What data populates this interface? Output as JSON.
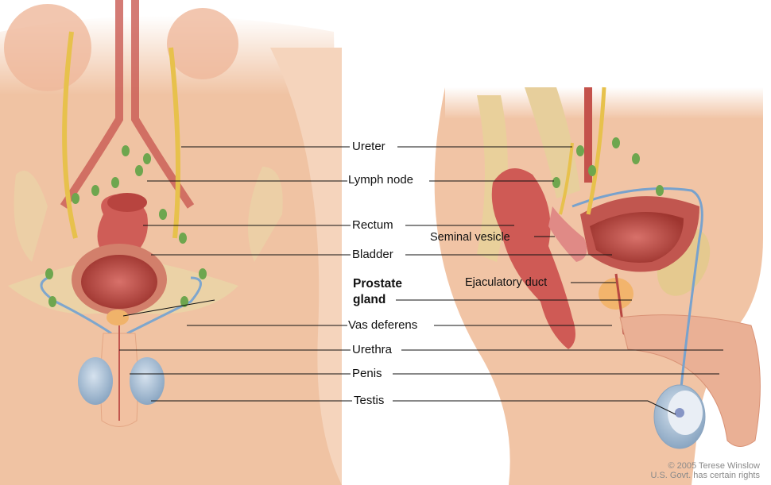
{
  "labels": {
    "ureter": "Ureter",
    "lymph_node": "Lymph node",
    "rectum": "Rectum",
    "bladder": "Bladder",
    "prostate_line1": "Prostate",
    "prostate_line2": "gland",
    "vas_deferens": "Vas deferens",
    "urethra": "Urethra",
    "penis": "Penis",
    "testis": "Testis",
    "seminal_vesicle": "Seminal vesicle",
    "ejaculatory_duct": "Ejaculatory duct"
  },
  "credit": {
    "line1": "© 2005 Terese Winslow",
    "line2": "U.S. Govt. has certain rights"
  },
  "colors": {
    "skin": "#f2c6a6",
    "skin_shade": "#e3a683",
    "muscle": "#c8504b",
    "bladder_inner": "#b3413b",
    "ureter": "#e6c24f",
    "vessel_blue": "#6f9cc7",
    "lymph": "#6aa04a",
    "bone": "#e9d3a0",
    "prostate": "#f0b36a",
    "testis": "#9fb8cf"
  }
}
